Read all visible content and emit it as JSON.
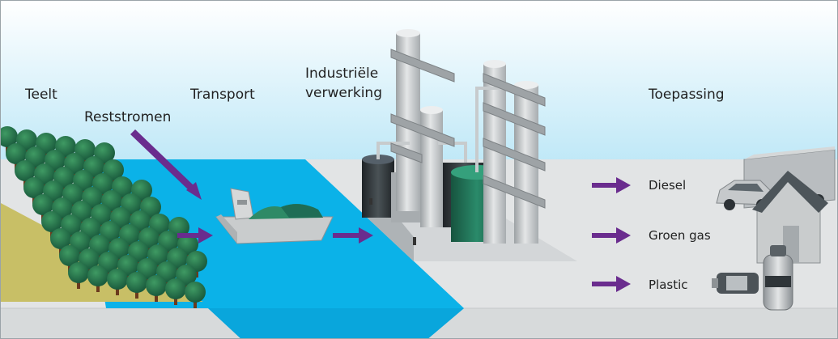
{
  "stages": {
    "cultivation": "Teelt",
    "residual_streams": "Reststromen",
    "transport": "Transport",
    "industrial_processing_line1": "Industriële",
    "industrial_processing_line2": "verwerking",
    "application": "Toepassing"
  },
  "products": [
    {
      "label": "Diesel",
      "icon": "car-truck-icon"
    },
    {
      "label": "Groen gas",
      "icon": "house-icon"
    },
    {
      "label": "Plastic",
      "icon": "bottle-icon"
    }
  ],
  "colors": {
    "sky": "#c6ebf8",
    "water": "#0bb2e8",
    "ground": "#e2e4e5",
    "field": "#c8bf66",
    "tree": "#1f6b42",
    "arrow": "#6a2c8e",
    "factory": "#bfc3c6",
    "tank_green": "#1f6d55",
    "tank_dark": "#2e3437"
  }
}
